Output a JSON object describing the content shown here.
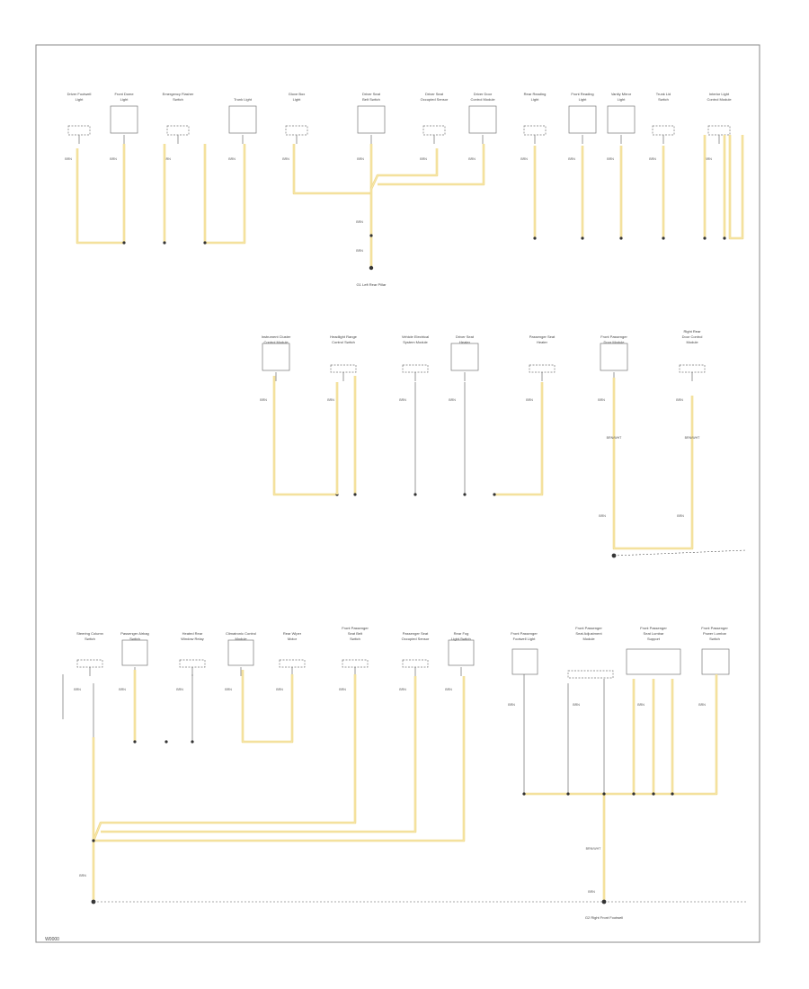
{
  "colors": {
    "wire": "#f0d98a",
    "wire_core": "#f7e9b0",
    "ink": "#555555",
    "ground_dash": "#999999",
    "frame": "#888888"
  },
  "page_id": "W0000",
  "row1": {
    "components": [
      {
        "label": "Driver Footwell Light",
        "wire": "BRN"
      },
      {
        "label": "Front Dome Light",
        "wire": "BRN"
      },
      {
        "label": "Emergency Flasher Switch",
        "wire": "BRN"
      },
      {
        "label": "Trunk Light",
        "wire": "BRN"
      },
      {
        "label": "Glove Box Light",
        "wire": "BRN"
      },
      {
        "label": "Driver Seat Belt Switch",
        "wire": "BRN"
      },
      {
        "label": "Driver Seat Occupied Sensor",
        "wire": "BRN"
      },
      {
        "label": "Driver Door Control Module",
        "wire": "BRN"
      },
      {
        "label": "Rear Reading Light",
        "wire": "BRN"
      },
      {
        "label": "Front Reading Light",
        "wire": "BRN"
      },
      {
        "label": "Vanity Mirror Light",
        "wire": "BRN"
      },
      {
        "label": "Trunk Lid Switch",
        "wire": "BRN"
      },
      {
        "label": "Interior Light Control Module",
        "wire": "BRN"
      }
    ],
    "splice_wire": "BRN",
    "ground": "G1 Left Rear Pillar"
  },
  "row2": {
    "components": [
      {
        "label": "Instrument Cluster Control Module",
        "wire": "BRN"
      },
      {
        "label": "Headlight Range Control Switch",
        "wire": "BRN"
      },
      {
        "label": "Vehicle Electrical System Module",
        "wire": "BRN"
      },
      {
        "label": "Driver Seat Heater",
        "wire": "BRN"
      },
      {
        "label": "Passenger Seat Heater",
        "wire": "BRN"
      },
      {
        "label": "Front Passenger Door Module",
        "wire": "BRN"
      },
      {
        "label": "Right Rear Door Control Module",
        "wire": "BRN"
      }
    ],
    "splice_label": "BRN/WHT",
    "ground_wire": "BRN"
  },
  "row3": {
    "left_components": [
      {
        "label": "Steering Column Switch",
        "wire": "BRN"
      },
      {
        "label": "Passenger Airbag Switch",
        "wire": "BRN"
      },
      {
        "label": "Heated Rear Window Relay",
        "wire": "BRN"
      },
      {
        "label": "Climatronic Control Module",
        "wire": "BRN"
      },
      {
        "label": "Rear Wiper Motor",
        "wire": "BRN"
      },
      {
        "label": "Front Passenger Seat Belt Switch",
        "wire": "BRN"
      },
      {
        "label": "Passenger Seat Occupied Sensor",
        "wire": "BRN"
      },
      {
        "label": "Rear Fog Light Switch",
        "wire": "BRN"
      }
    ],
    "right_components": [
      {
        "label": "Front Passenger Footwell Light",
        "wire": "BRN"
      },
      {
        "label": "Front Passenger Seat Adjustment Module",
        "wire": "BRN"
      },
      {
        "label": "Front Passenger Seat Lumbar Support",
        "wire": "BRN"
      },
      {
        "label": "Front Passenger Power Lumbar Switch",
        "wire": "BRN"
      }
    ],
    "left_ground_wire": "BRN",
    "right_ground_wire": "BRN",
    "right_splice_label": "BRN/WHT",
    "ground": "G2 Right Front Footwell"
  }
}
